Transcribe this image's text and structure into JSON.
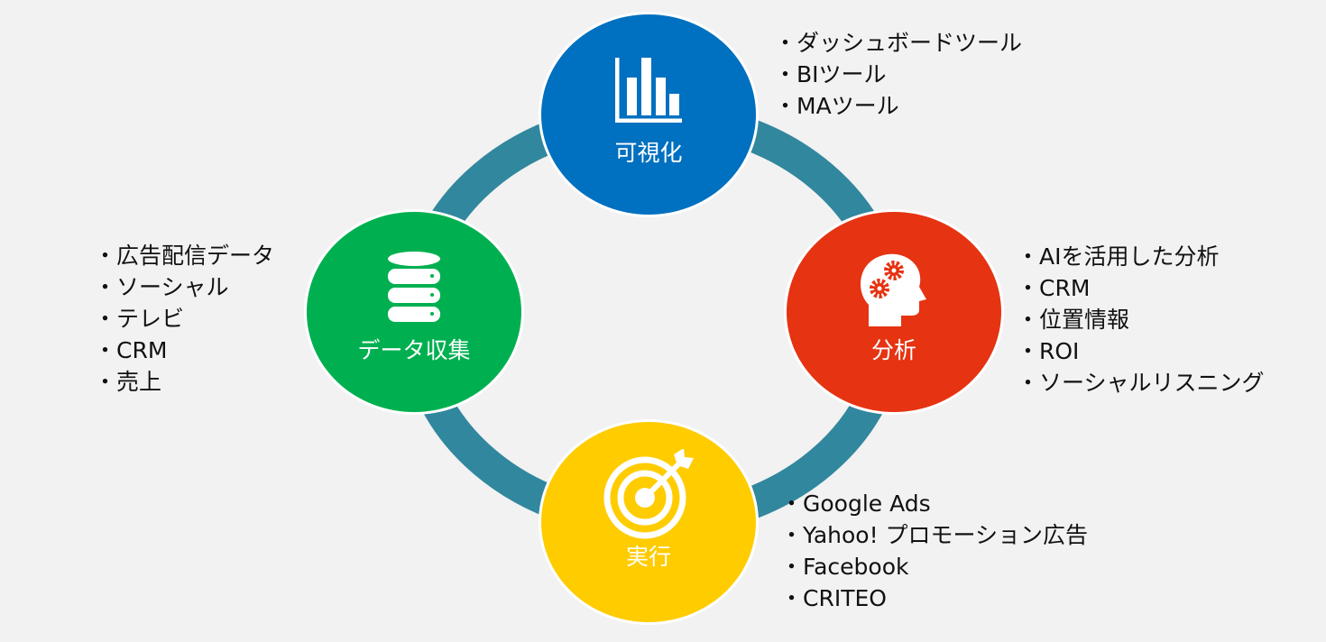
{
  "colors": {
    "ring": "#31879e",
    "visualize": "#0070c0",
    "analyze": "#e63312",
    "execute": "#ffcc00",
    "collect": "#00b050"
  },
  "nodes": {
    "visualize": {
      "label": "可視化",
      "icon": "bar-chart-icon"
    },
    "analyze": {
      "label": "分析",
      "icon": "head-gears-icon"
    },
    "execute": {
      "label": "実行",
      "icon": "target-arrow-icon"
    },
    "collect": {
      "label": "データ収集",
      "icon": "database-icon"
    }
  },
  "lists": {
    "visualize": [
      "・ダッシュボードツール",
      "・BIツール",
      "・MAツール"
    ],
    "analyze": [
      "・AIを活用した分析",
      "・CRM",
      "・位置情報",
      "・ROI",
      "・ソーシャルリスニング"
    ],
    "execute": [
      "・Google Ads",
      "・Yahoo! プロモーション広告",
      "・Facebook",
      "・CRITEO"
    ],
    "collect": [
      "・広告配信データ",
      "・ソーシャル",
      "・テレビ",
      "・CRM",
      "・売上"
    ]
  }
}
